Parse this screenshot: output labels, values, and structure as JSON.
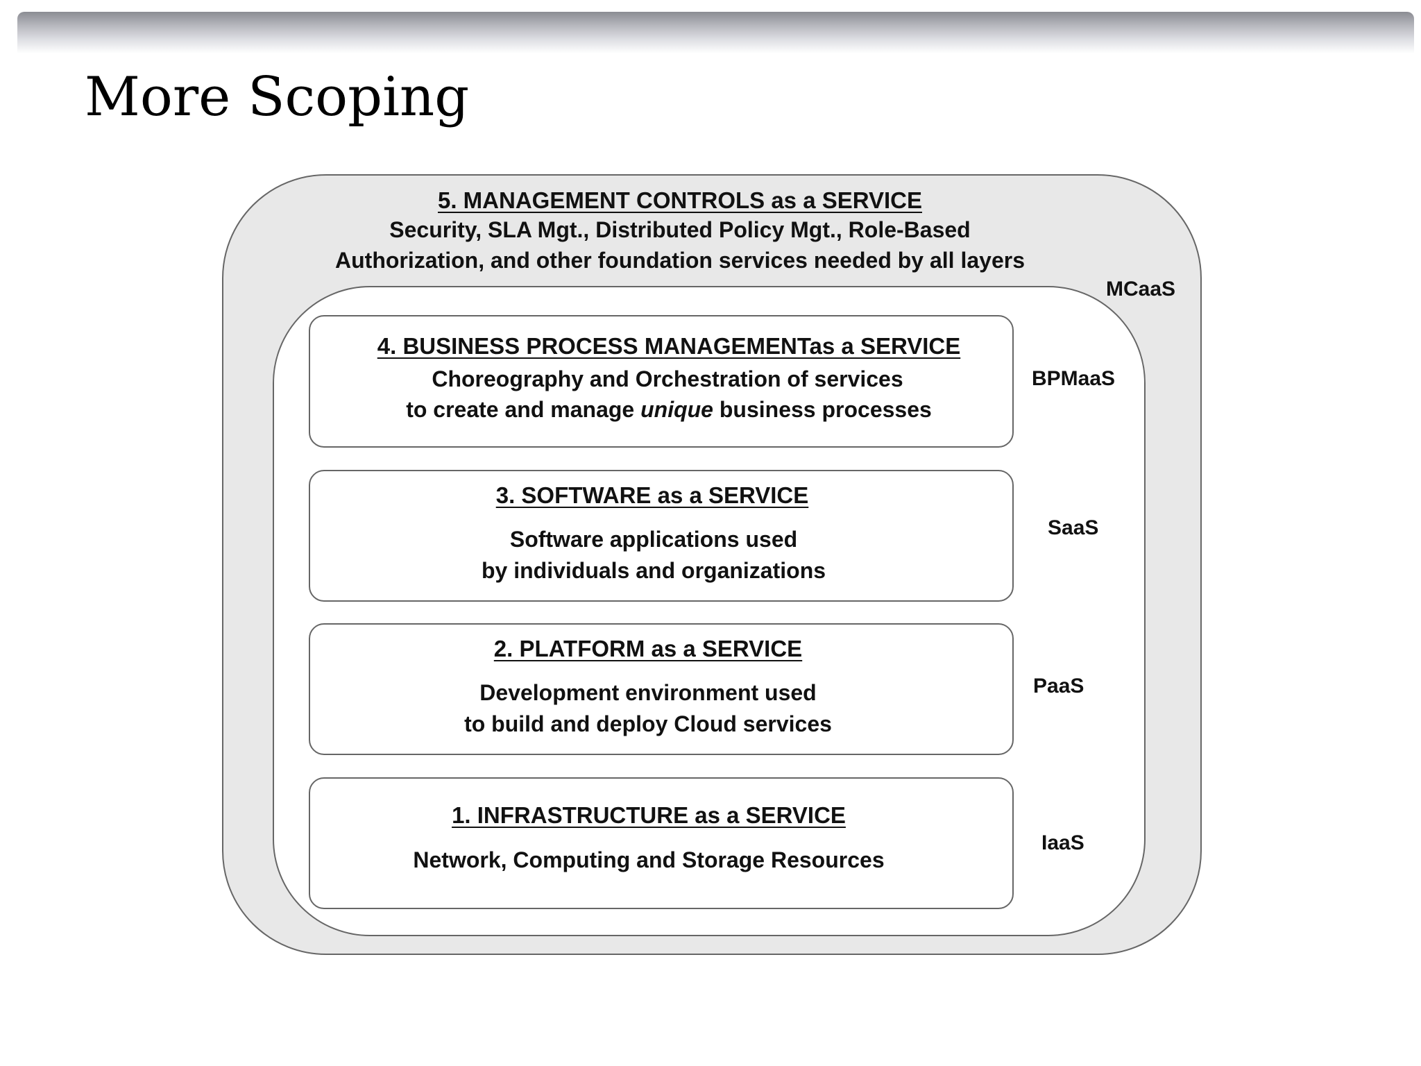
{
  "slide": {
    "title": "More Scoping"
  },
  "layers": {
    "management": {
      "heading": "5. MANAGEMENT CONTROLS as a SERVICE",
      "line1": "Security, SLA Mgt., Distributed Policy Mgt., Role-Based",
      "line2": "Authorization, and other foundation services needed by all layers",
      "abbr": "MCaaS"
    },
    "bpm": {
      "heading": "4. BUSINESS PROCESS MANAGEMENTas a SERVICE",
      "line1": "Choreography and Orchestration of services",
      "line2_pre": "to create and manage ",
      "line2_em": "unique",
      "line2_post": " business processes",
      "abbr": "BPMaaS"
    },
    "software": {
      "heading": "3. SOFTWARE as a SERVICE",
      "line1": "Software applications used",
      "line2": "by individuals and organizations",
      "abbr": "SaaS"
    },
    "platform": {
      "heading": "2. PLATFORM as a SERVICE",
      "line1": "Development environment used",
      "line2": "to build and deploy Cloud services",
      "abbr": "PaaS"
    },
    "infrastructure": {
      "heading": "1. INFRASTRUCTURE as a SERVICE",
      "line1": "Network,  Computing and Storage Resources",
      "abbr": "IaaS"
    }
  },
  "colors": {
    "outer_fill": "#e8e8e8",
    "border": "#666666",
    "text": "#111111"
  }
}
